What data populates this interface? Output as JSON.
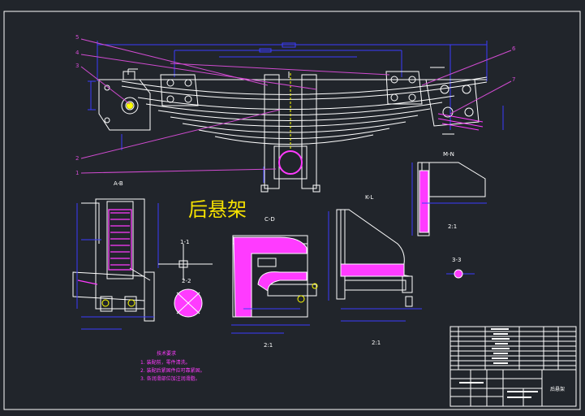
{
  "drawing": {
    "title": "后悬架",
    "colors": {
      "background": "#21252b",
      "frame": "#ffffff",
      "outline": "#ffffff",
      "dimension": "#3b3bff",
      "section": "#ff3bff",
      "centerline": "#ff3bff",
      "callout": "#d04bd0",
      "highlight": "#ffff00",
      "title_text": "#f5e100"
    },
    "views": {
      "ab": "A-B",
      "cd": "C-D",
      "kl": "K-L",
      "mn": "M-N",
      "view_11": "1-1",
      "view_22": "2-2",
      "view_33": "3-3",
      "scale_1": "2:1",
      "scale_2": "2:1",
      "scale_3": "2:1"
    },
    "callouts": [
      "1",
      "2",
      "3",
      "4",
      "5",
      "6",
      "7"
    ],
    "notes": {
      "heading": "技术要求",
      "items": [
        "1. 装配前，零件清洗。",
        "2. 装配后紧固件应可靠紧固。",
        "3. 各润滑部位加注润滑脂。"
      ]
    },
    "titleblock": {
      "name": "后悬架"
    }
  }
}
